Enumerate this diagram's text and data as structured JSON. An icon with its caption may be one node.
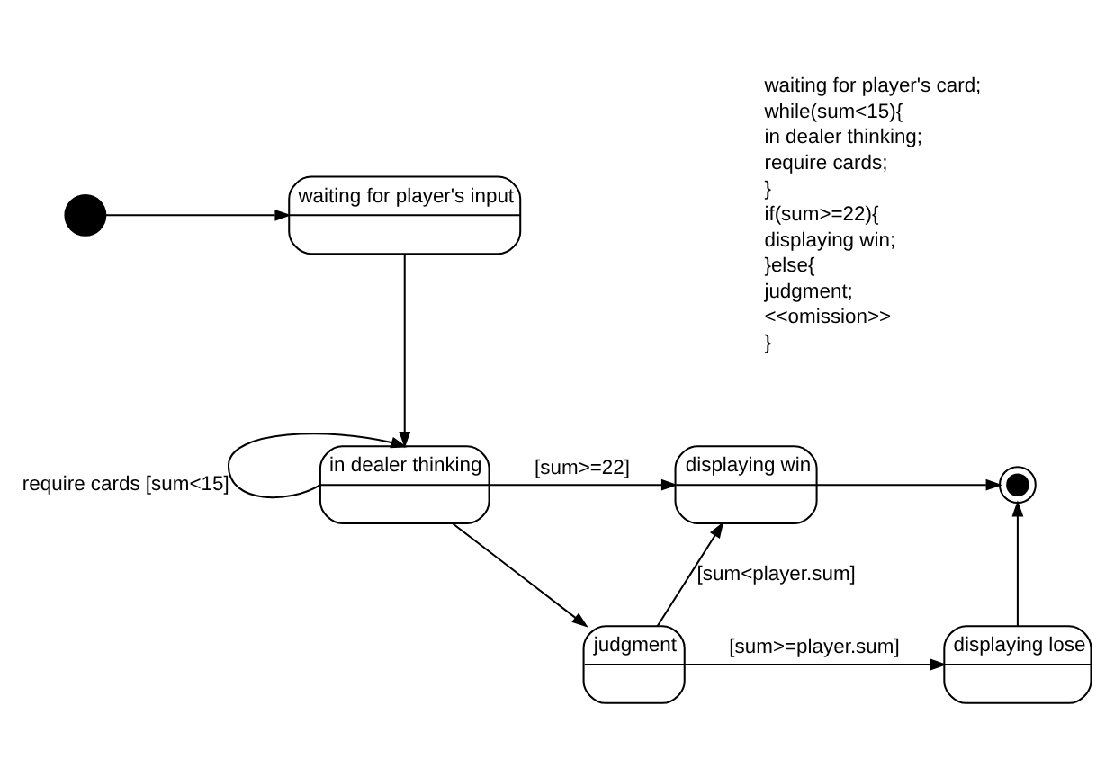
{
  "diagram": {
    "nodes": [
      {
        "text": [],
        "shape": "circle"
      },
      {
        "text": [
          "waiting for player's input"
        ]
      },
      {
        "text": [
          "in dealer thinking"
        ]
      },
      {
        "text": [
          "displaying win"
        ]
      },
      {
        "text": [
          "judgment"
        ]
      },
      {
        "text": [
          "displaying lose"
        ]
      },
      {
        "text": [],
        "shape": "circle"
      }
    ],
    "edges": [
      {
        "from": 0,
        "to": 1,
        "arrow": "to"
      },
      {
        "from": 1,
        "to": 2,
        "arrow": "to"
      },
      {
        "from": 2,
        "to": 2,
        "arrow": "to",
        "label": "require cards [sum<15]"
      },
      {
        "from": 2,
        "to": 3,
        "arrow": "to",
        "label": "[sum>=22]"
      },
      {
        "from": 2,
        "to": 4,
        "arrow": "to"
      },
      {
        "from": 4,
        "to": 3,
        "arrow": "to",
        "label": "[sum<player.sum]"
      },
      {
        "from": 4,
        "to": 5,
        "arrow": "to",
        "label": "[sum>=player.sum]"
      },
      {
        "from": 3,
        "to": 6,
        "arrow": "to"
      },
      {
        "from": 5,
        "to": 6,
        "arrow": "to"
      }
    ],
    "labels": [
      "waiting for player's card;",
      "while(sum<15){",
      "in dealer thinking;",
      "require cards;",
      "}",
      "if(sum>=22){",
      "displaying win;",
      "}else{",
      "judgment;",
      "<<omission>>",
      "}"
    ]
  }
}
